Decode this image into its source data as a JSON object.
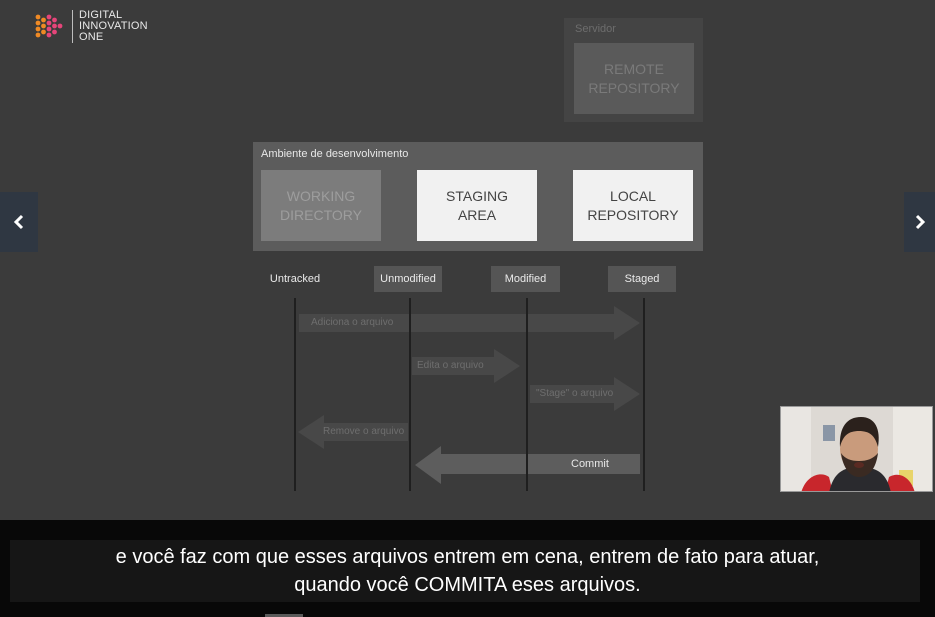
{
  "logo": {
    "line1": "DIGITAL",
    "line2": "INNOVATION",
    "line3": "ONE"
  },
  "server": {
    "label": "Servidor",
    "remote_box": "REMOTE\nREPOSITORY"
  },
  "environment": {
    "label": "Ambiente de desenvolvimento",
    "working": "WORKING\nDIRECTORY",
    "staging": "STAGING\nAREA",
    "local": "LOCAL\nREPOSITORY"
  },
  "states": [
    "Untracked",
    "Unmodified",
    "Modified",
    "Staged"
  ],
  "arrows": {
    "add": "Adiciona o arquivo",
    "edit": "Edita o arquivo",
    "stage": "\"Stage\" o arquivo",
    "remove": "Remove o arquivo",
    "commit": "Commit"
  },
  "subtitle": {
    "line1": "e você faz com que esses arquivos entrem em cena, entrem de fato para atuar,",
    "line2": "quando você COMMITA eses arquivos."
  },
  "colors": {
    "slide_bg": "#3b3b3b",
    "nav_bg": "#2f3742",
    "logo_orange": "#f08a24",
    "logo_pink": "#e6457a"
  }
}
